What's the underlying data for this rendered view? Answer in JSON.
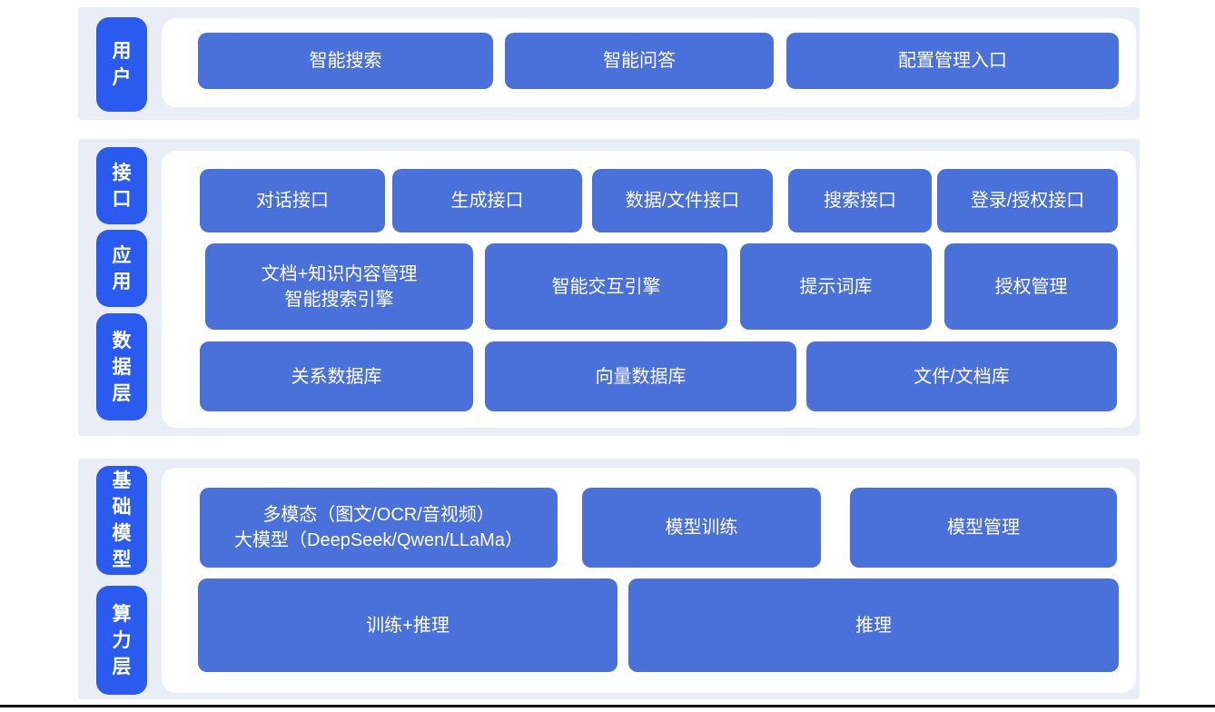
{
  "colors": {
    "band_background": "#e9eef6",
    "panel_background": "#ffffff",
    "node_blue": "#4a70da",
    "side_label_blue": "#2b5bee",
    "text_white": "#ffffff",
    "bottom_rule": "#0a0a0a"
  },
  "bands": [
    {
      "side_labels": [
        "用户"
      ],
      "rows": [
        [
          "智能搜索",
          "智能问答",
          "配置管理入口"
        ]
      ]
    },
    {
      "side_labels": [
        "接口",
        "应用",
        "数据层"
      ],
      "rows": [
        [
          "对话接口",
          "生成接口",
          "数据/文件接口",
          "搜索接口",
          "登录/授权接口"
        ],
        [
          {
            "line1": "文档+知识内容管理",
            "line2": "智能搜索引擎"
          },
          "智能交互引擎",
          "提示词库",
          "授权管理"
        ],
        [
          "关系数据库",
          "向量数据库",
          "文件/文档库"
        ]
      ]
    },
    {
      "side_labels": [
        "基础模型",
        "算力层"
      ],
      "rows": [
        [
          {
            "line1": "多模态（图文/OCR/音视频）",
            "line2": "大模型（DeepSeek/Qwen/LLaMa）"
          },
          "模型训练",
          "模型管理"
        ],
        [
          "训练+推理",
          "推理"
        ]
      ]
    }
  ]
}
